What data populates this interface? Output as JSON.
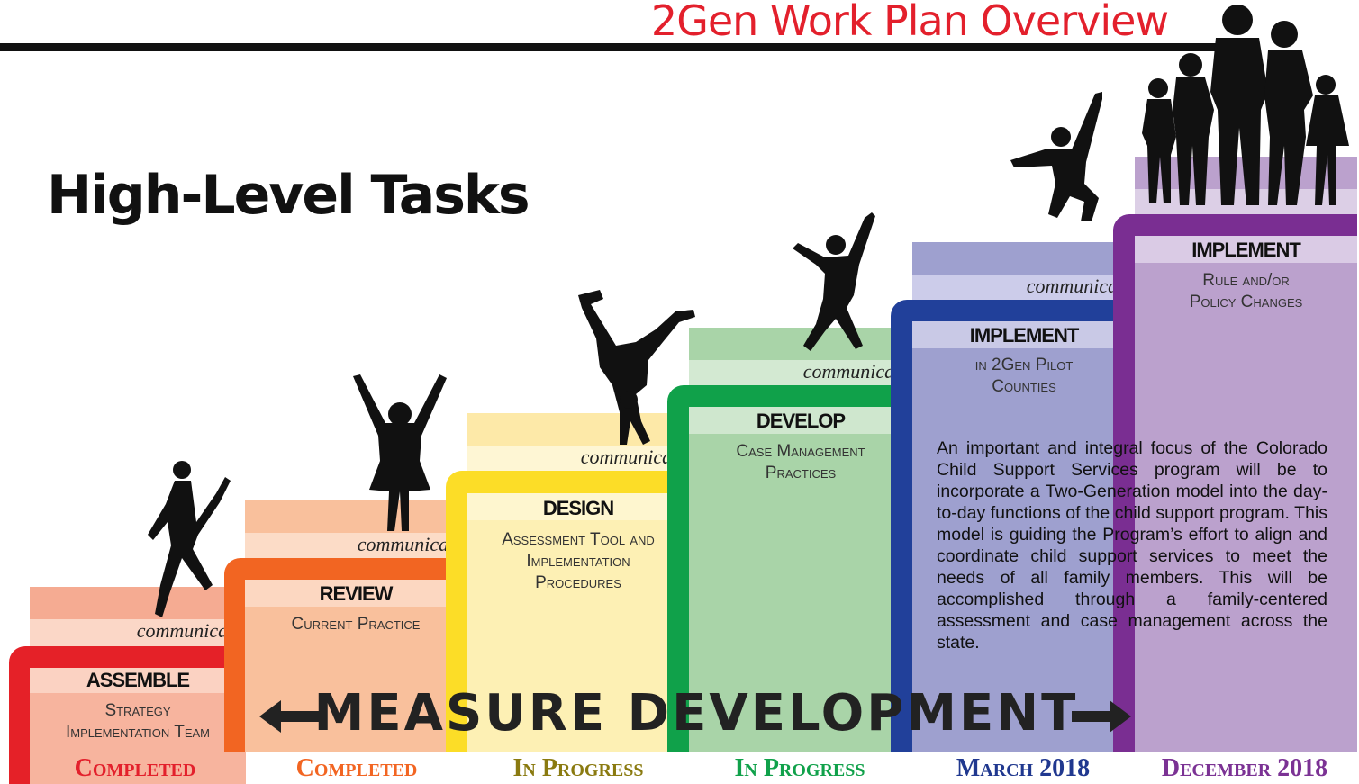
{
  "title": "2Gen Work Plan Overview",
  "heading": "High-Level Tasks",
  "communicate_label": "communicate",
  "steps": [
    {
      "label": "ASSEMBLE",
      "sub1": "Strategy",
      "sub2": "Implementation Team",
      "status": "Completed",
      "status_color": "#e3202c",
      "color": "#e52128",
      "light": "#f9c8b6"
    },
    {
      "label": "REVIEW",
      "sub1": "Current Practice",
      "sub2": "",
      "status": "Completed",
      "status_color": "#f26522",
      "color": "#f26522",
      "light": "#f9c4a3"
    },
    {
      "label": "DESIGN",
      "sub1": "Assessment Tool and",
      "sub2": "Implementation",
      "sub3": "Procedures",
      "status": "In Progress",
      "status_color": "#8a7a10",
      "color": "#fcdd27",
      "light": "#fdf0b4"
    },
    {
      "label": "DEVELOP",
      "sub1": "Case Management",
      "sub2": "Practices",
      "status": "In Progress",
      "status_color": "#10a14a",
      "color": "#10a14a",
      "light": "#a9d4a8"
    },
    {
      "label": "IMPLEMENT",
      "sub1": "in 2Gen Pilot",
      "sub2": "Counties",
      "status": "March 2018",
      "status_color": "#20388f",
      "color": "#21409a",
      "light": "#9ea0cf"
    },
    {
      "label": "IMPLEMENT",
      "sub1": "Rule and/or",
      "sub2": "Policy Changes",
      "status": "December 2018",
      "status_color": "#7b3294",
      "color": "#7a2e92",
      "light": "#bba1cd"
    }
  ],
  "measure_label": "MEASURE DEVELOPMENT",
  "paragraph": "An important and integral focus of the Colorado Child Support Services program will be to incorporate a Two-Generation model into the day-to-day functions of the child support program.  This model is guiding the Program’s effort to align and coordinate child support services to meet the needs of all family members.  This will be accomplished through a family-centered assessment and case management across the state."
}
